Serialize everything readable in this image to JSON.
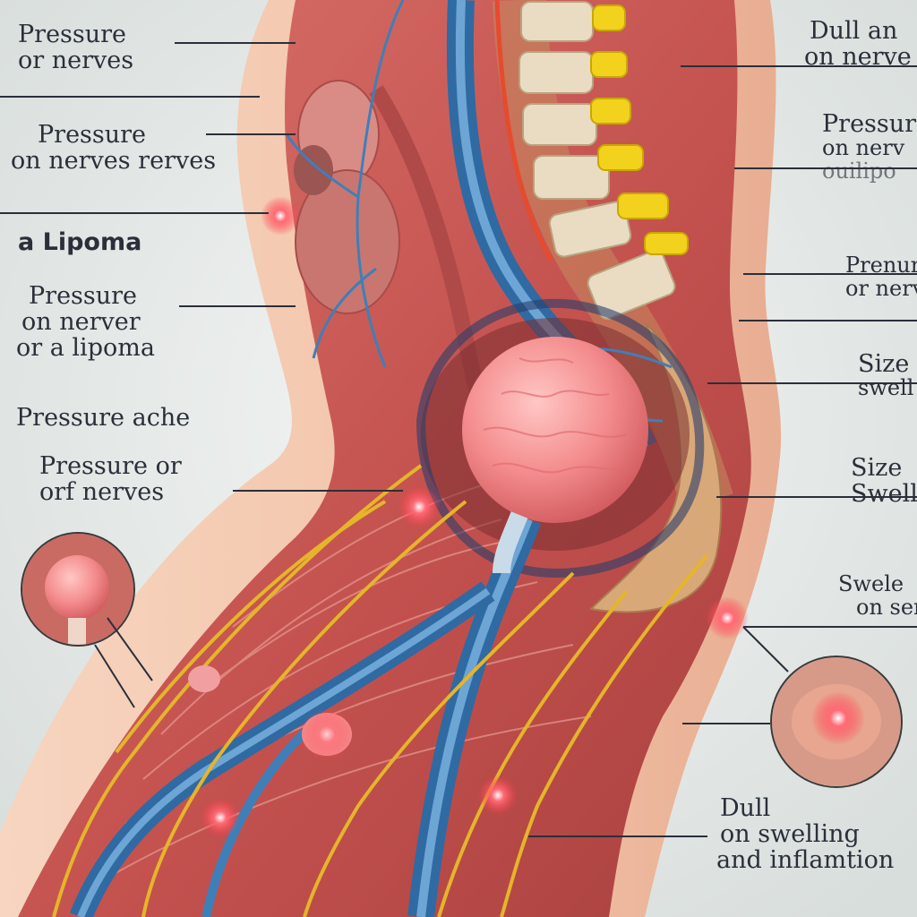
{
  "labels": {
    "left": [
      {
        "id": "pressure-nerves-1",
        "lines": [
          "Pressure",
          "or nerves"
        ]
      },
      {
        "id": "pressure-nerves-2",
        "lines": [
          "Pressure",
          "on nerves rerves"
        ]
      },
      {
        "id": "lipoma",
        "lines": [
          "a Lipoma"
        ]
      },
      {
        "id": "pressure-nerver",
        "lines": [
          "Pressure",
          "on nerver",
          "or a lipoma"
        ]
      },
      {
        "id": "pressure-ache",
        "lines": [
          "Pressure ache"
        ]
      },
      {
        "id": "pressure-or",
        "lines": [
          "Pressure or",
          "orf nerves"
        ]
      }
    ],
    "right": [
      {
        "id": "dull-nerves",
        "lines": [
          "Dull an",
          "on nerve"
        ]
      },
      {
        "id": "pressure-right",
        "lines": [
          "Pressure",
          "on nerv",
          "ouilipo"
        ]
      },
      {
        "id": "prenure",
        "lines": [
          "Prenure",
          "or nerve"
        ]
      },
      {
        "id": "size-1",
        "lines": [
          "Size",
          "swell"
        ]
      },
      {
        "id": "size-2",
        "lines": [
          "Size",
          "Swell"
        ]
      },
      {
        "id": "swelle",
        "lines": [
          "Swele",
          "on senn"
        ]
      },
      {
        "id": "dull-swelling",
        "lines": [
          "Dull",
          "on swelling",
          "and inflamtion"
        ]
      }
    ]
  },
  "colors": {
    "background": "#e7ebea",
    "skin": "#f4c6ac",
    "muscle": "#c95a55",
    "lipoma": "#f0888a",
    "vein": "#3f7fb8",
    "nerve": "#e5b52a",
    "vertebra": "#e9dcc3",
    "disc": "#f2d21c",
    "pain_marker": "#ff3b4a",
    "text": "#2b2f3a"
  }
}
